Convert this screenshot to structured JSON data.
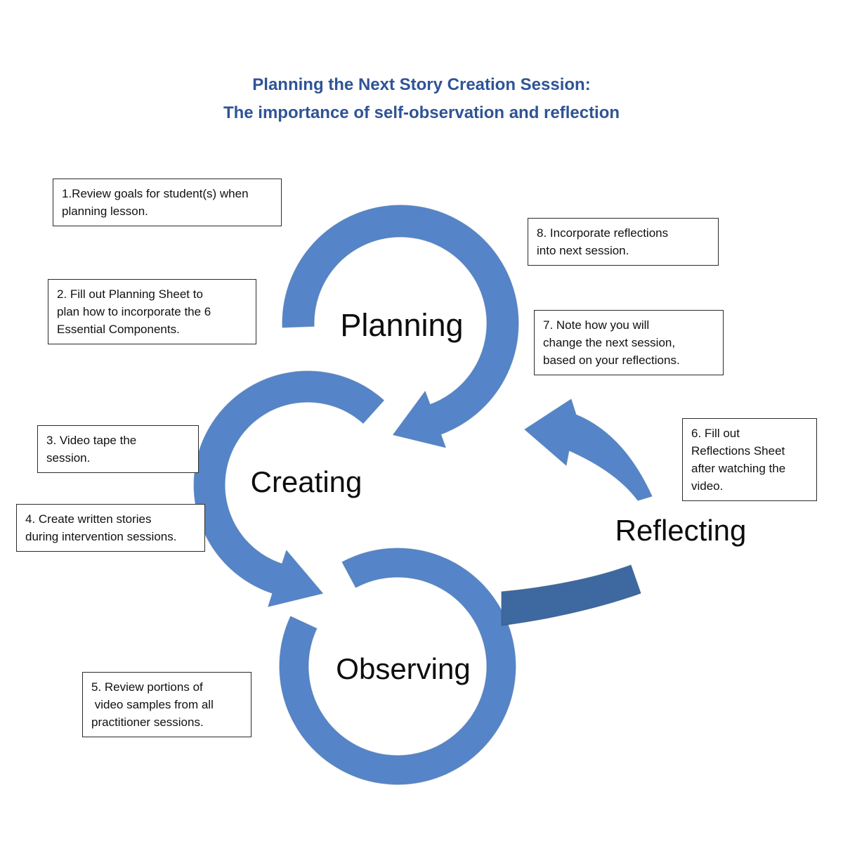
{
  "title": {
    "line1": "Planning the Next Story Creation Session:",
    "line2": "The importance of self-observation and reflection"
  },
  "cycle": {
    "stages": [
      {
        "id": "planning",
        "label": "Planning"
      },
      {
        "id": "creating",
        "label": "Creating"
      },
      {
        "id": "observing",
        "label": "Observing"
      },
      {
        "id": "reflecting",
        "label": "Reflecting"
      }
    ]
  },
  "notes": [
    {
      "id": 1,
      "text": "1.Review goals for student(s) when\nplanning lesson."
    },
    {
      "id": 2,
      "text": "2. Fill out Planning Sheet to\nplan how to incorporate the 6\nEssential Components."
    },
    {
      "id": 3,
      "text": "3. Video tape the\nsession."
    },
    {
      "id": 4,
      "text": "4. Create written stories\nduring intervention sessions."
    },
    {
      "id": 5,
      "text": "5. Review portions of\n video samples from all\npractitioner sessions."
    },
    {
      "id": 6,
      "text": "6. Fill out\nReflections Sheet\nafter watching the\nvideo."
    },
    {
      "id": 7,
      "text": "7. Note how you will\nchange the next session,\nbased on your reflections."
    },
    {
      "id": 8,
      "text": "8. Incorporate reflections\ninto next session."
    }
  ],
  "colors": {
    "title_blue": "#2F5496",
    "arrow_blue": "#5585C8",
    "arrow_dark_blue": "#3E68A0",
    "arrow_outline": "#4A74AD",
    "label_black": "#0D0D0D"
  }
}
